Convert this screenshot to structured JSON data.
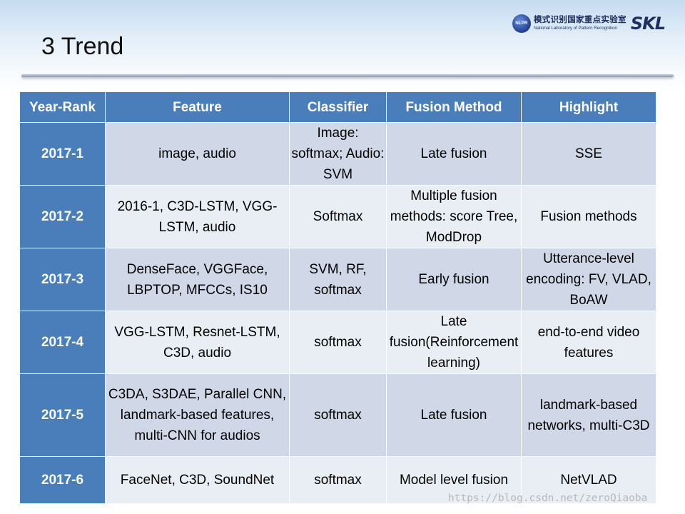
{
  "logo": {
    "emblem_text": "NLPR",
    "name_cn": "模式识别国家重点实验室",
    "name_en": "National Laboratory of Pattern Recognition",
    "mark": "SKL"
  },
  "slide": {
    "title": "3 Trend"
  },
  "table": {
    "headers": [
      "Year-Rank",
      "Feature",
      "Classifier",
      "Fusion Method",
      "Highlight"
    ],
    "rows": [
      {
        "rank": "2017-1",
        "feature": "image, audio",
        "classifier": "Image: softmax; Audio: SVM",
        "fusion": "Late fusion",
        "highlight": "SSE"
      },
      {
        "rank": "2017-2",
        "feature": "2016-1, C3D-LSTM, VGG-LSTM, audio",
        "classifier": "Softmax",
        "fusion": "Multiple fusion methods: score Tree, ModDrop",
        "highlight": "Fusion methods"
      },
      {
        "rank": "2017-3",
        "feature": "DenseFace, VGGFace, LBPTOP, MFCCs, IS10",
        "classifier": "SVM, RF, softmax",
        "fusion": "Early fusion",
        "highlight": "Utterance-level encoding: FV, VLAD, BoAW"
      },
      {
        "rank": "2017-4",
        "feature": "VGG-LSTM, Resnet-LSTM, C3D, audio",
        "classifier": "softmax",
        "fusion": "Late fusion(Reinforcement learning)",
        "highlight": "end-to-end video features"
      },
      {
        "rank": "2017-5",
        "feature": "C3DA, S3DAE, Parallel CNN, landmark-based features, multi-CNN for audios",
        "classifier": "softmax",
        "fusion": "Late fusion",
        "highlight": "landmark-based networks, multi-C3D"
      },
      {
        "rank": "2017-6",
        "feature": "FaceNet, C3D, SoundNet",
        "classifier": "softmax",
        "fusion": "Model level fusion",
        "highlight": "NetVLAD"
      }
    ]
  },
  "watermark": "https://blog.csdn.net/zeroQiaoba",
  "colors": {
    "header_bg": "#4a7ebb",
    "row_odd": "#d0d8e8",
    "row_even": "#e9edf4",
    "logo_navy": "#1c2f5e"
  }
}
